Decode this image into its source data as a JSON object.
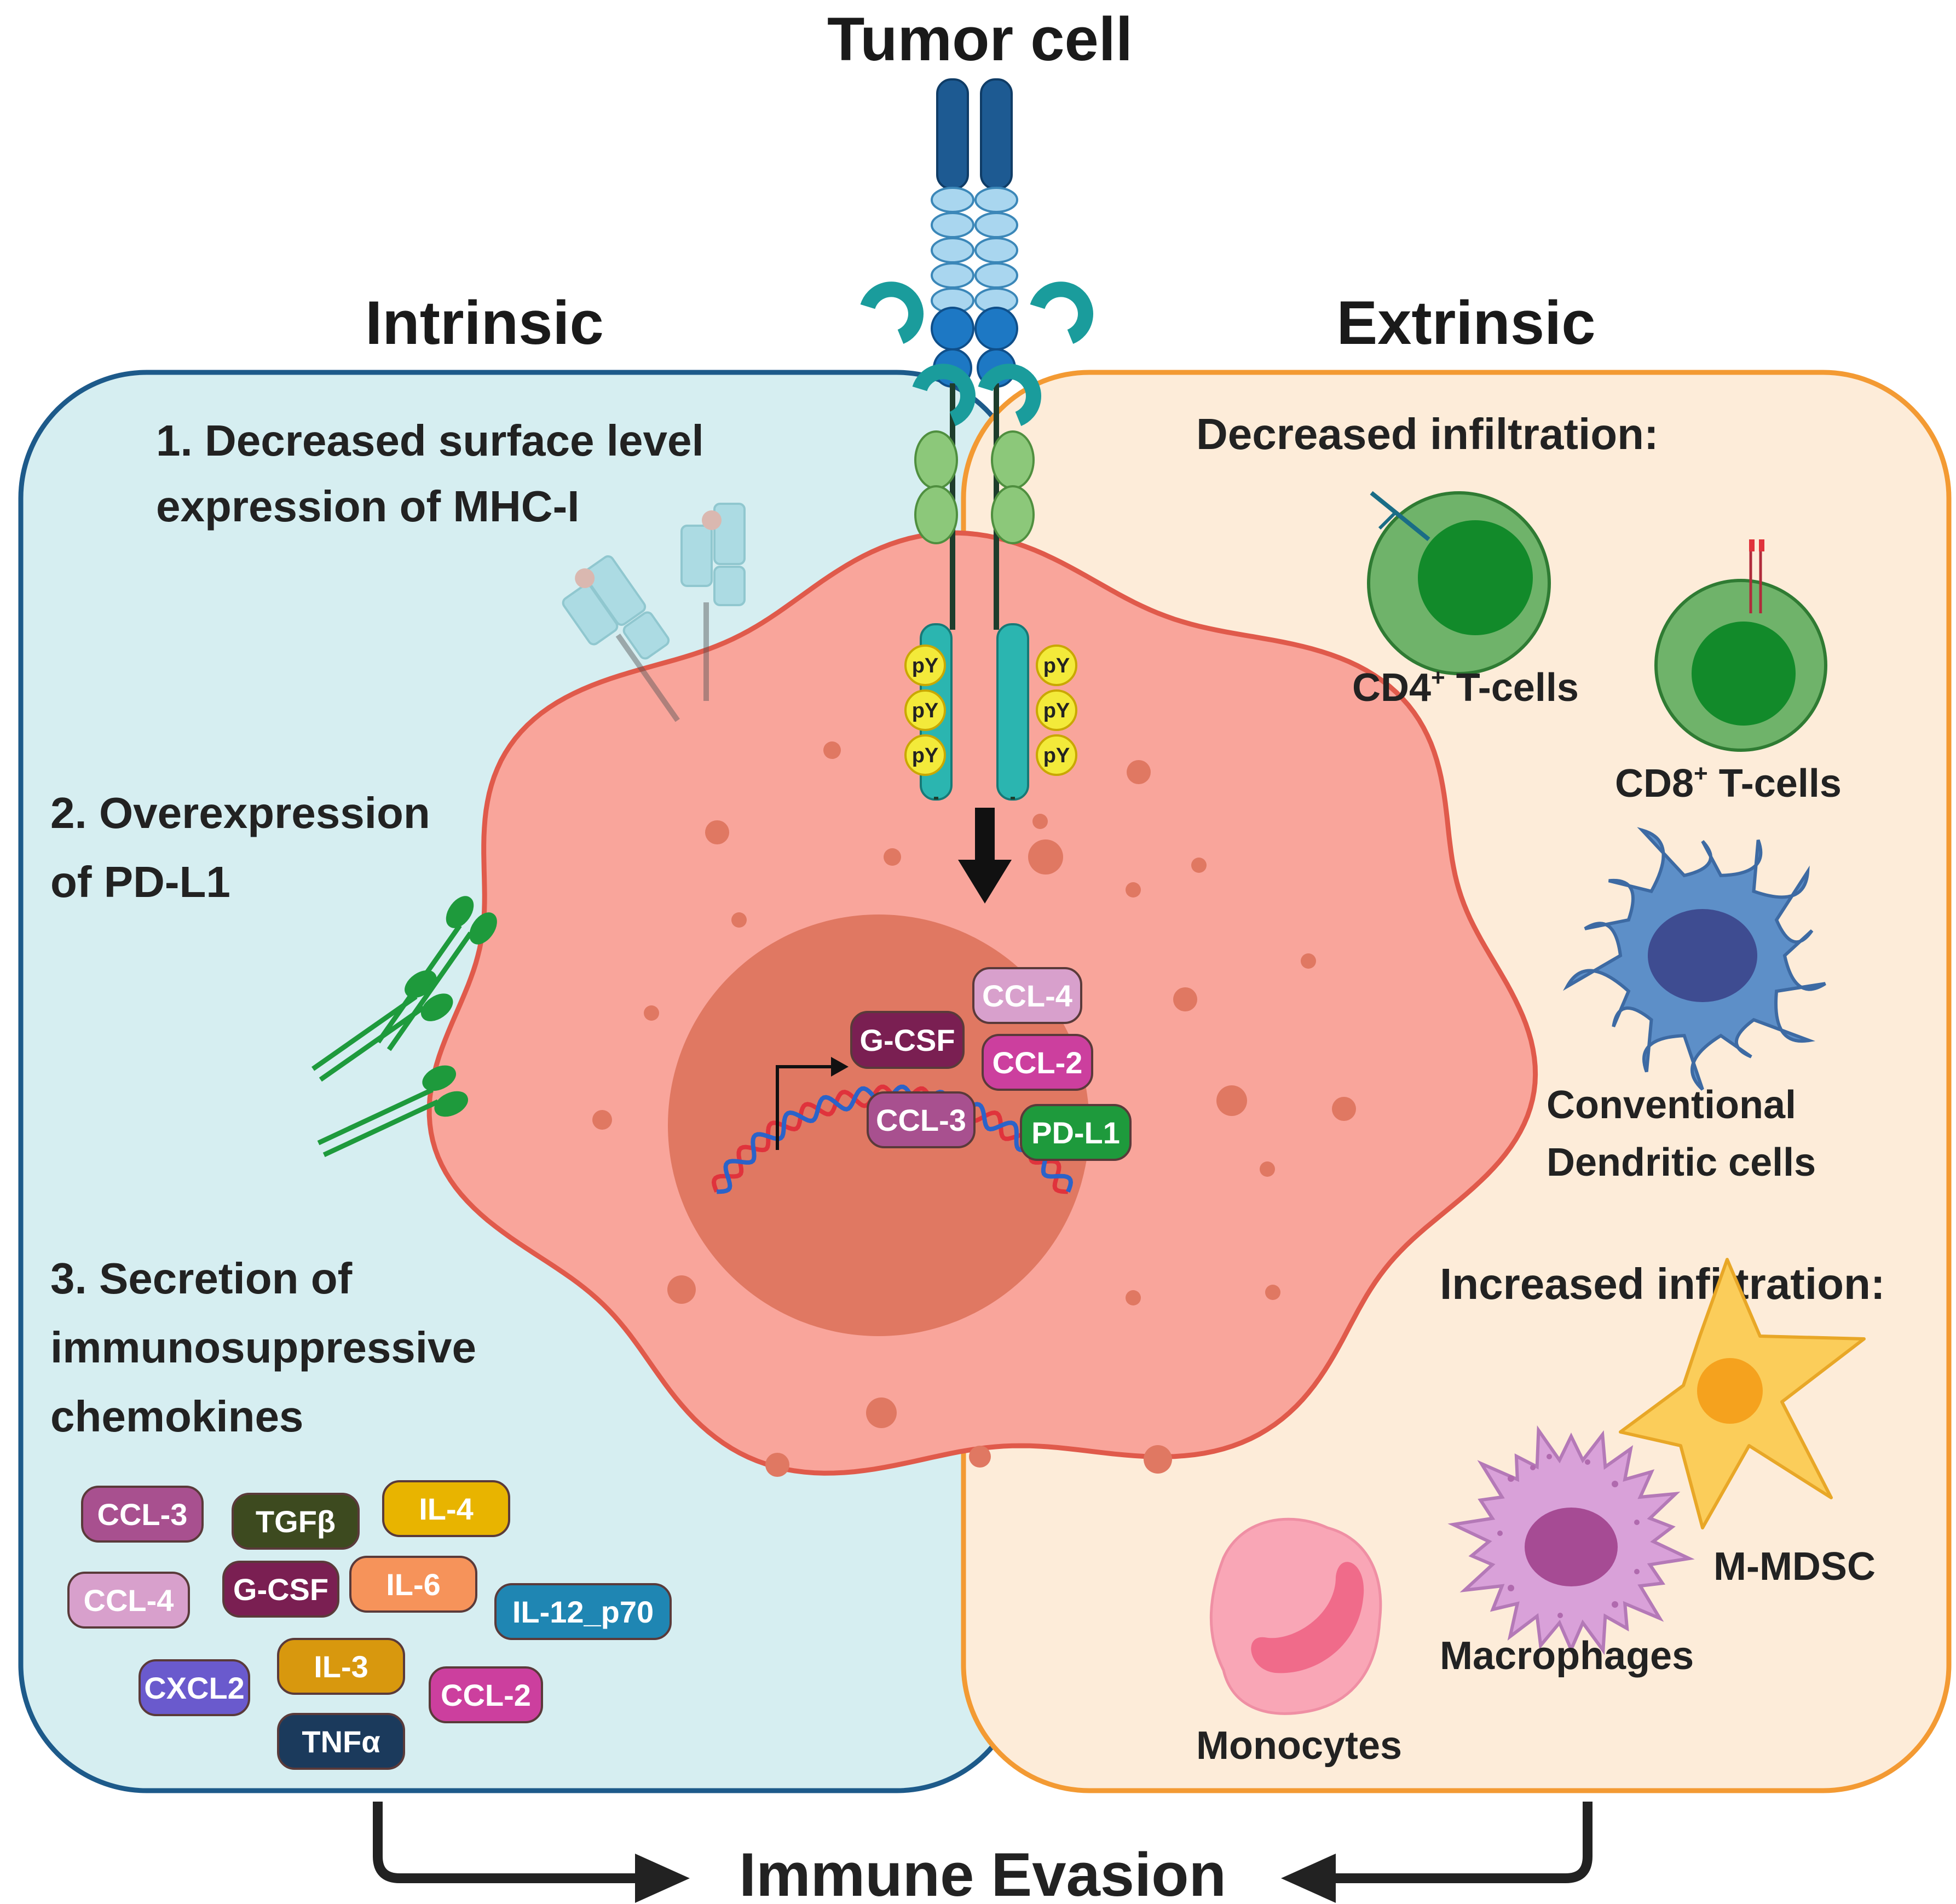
{
  "title": "Tumor cell",
  "footer": "Immune Evasion",
  "intrinsic": {
    "heading": "Intrinsic",
    "item1": [
      "1. Decreased surface level",
      "expression of MHC-I"
    ],
    "item2": [
      "2. Overexpression",
      "of PD-L1"
    ],
    "item3": [
      "3. Secretion of",
      "immunosuppressive",
      "chemokines"
    ],
    "chemokines": [
      {
        "label": "CCL-3",
        "color": "#a8508f"
      },
      {
        "label": "TGFβ",
        "color": "#3d4a1f"
      },
      {
        "label": "IL-4",
        "color": "#e8b400"
      },
      {
        "label": "CCL-4",
        "color": "#d8a0cc"
      },
      {
        "label": "G-CSF",
        "color": "#7a1f52"
      },
      {
        "label": "IL-6",
        "color": "#f6935a"
      },
      {
        "label": "IL-12_p70",
        "color": "#1f86b3"
      },
      {
        "label": "CXCL2",
        "color": "#6a5acd"
      },
      {
        "label": "IL-3",
        "color": "#d8980e"
      },
      {
        "label": "CCL-2",
        "color": "#cc3f9e"
      },
      {
        "label": "TNFα",
        "color": "#1b3a5c"
      }
    ]
  },
  "extrinsic": {
    "heading": "Extrinsic",
    "decreased": "Decreased infiltration:",
    "increased": "Increased infiltration:",
    "cd4": {
      "prefix": "CD4",
      "sup": "+",
      "suffix": " T-cells"
    },
    "cd8": {
      "prefix": "CD8",
      "sup": "+",
      "suffix": " T-cells"
    },
    "dendritic": [
      "Conventional",
      "Dendritic cells"
    ],
    "mmdsc": "M-MDSC",
    "macrophages": "Macrophages",
    "monocytes": "Monocytes"
  },
  "nucleus": {
    "labels": [
      {
        "label": "G-CSF",
        "color": "#7a1f52"
      },
      {
        "label": "CCL-4",
        "color": "#d8a0cc"
      },
      {
        "label": "CCL-2",
        "color": "#cc3f9e"
      },
      {
        "label": "CCL-3",
        "color": "#a8508f"
      },
      {
        "label": "PD-L1",
        "color": "#1e9a3c"
      }
    ]
  },
  "receptor": {
    "phospho_label": "pY"
  },
  "colors": {
    "intrinsic_fill": "#d6eef1",
    "intrinsic_border": "#1d5a8a",
    "extrinsic_fill": "#fdecd9",
    "extrinsic_border": "#f39a33",
    "cell_fill": "#f9a59b",
    "cell_border": "#e05a4b",
    "nucleus_fill": "#e07862"
  }
}
